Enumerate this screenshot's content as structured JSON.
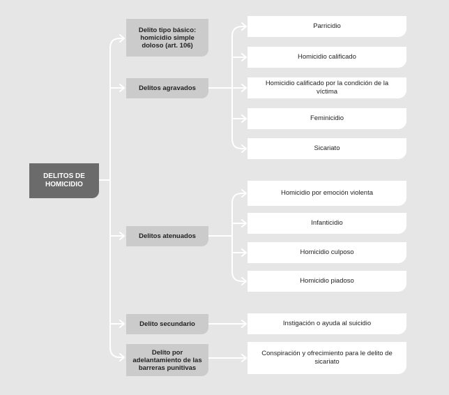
{
  "colors": {
    "background": "#e6e6e6",
    "root": "#6b6b6b",
    "category": "#cbcbcb",
    "leaf": "#ffffff",
    "connector": "#ffffff"
  },
  "root": {
    "label": "DELITOS DE HOMICIDIO"
  },
  "categories": [
    {
      "label": "Delito tipo básico: homicidio simple doloso (art. 106)",
      "children": []
    },
    {
      "label": "Delitos agravados",
      "children": [
        "Parricidio",
        "Homicidio calificado",
        "Homicidio calificado por la condición de la víctima",
        "Feminicidio",
        "Sicariato"
      ]
    },
    {
      "label": "Delitos atenuados",
      "children": [
        "Homicidio por emoción violenta",
        "Infanticidio",
        "Homicidio culposo",
        "Homicidio piadoso"
      ]
    },
    {
      "label": "Delito secundario",
      "children": [
        "Instigación o ayuda al suicidio"
      ]
    },
    {
      "label": "Delito por adelantamiento de las barreras punitivas",
      "children": [
        "Conspiración y ofrecimiento para le delito de sicariato"
      ]
    }
  ]
}
